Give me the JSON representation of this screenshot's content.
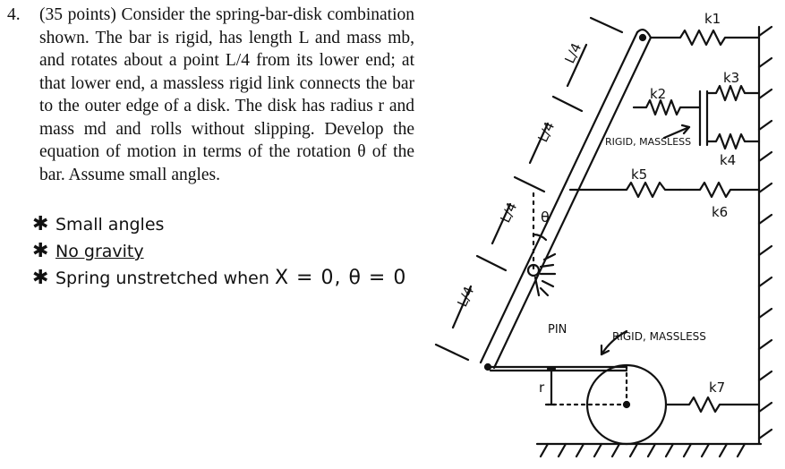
{
  "problem": {
    "number": "4.",
    "text": "(35 points) Consider the spring-bar-disk combination shown. The bar is rigid, has length L and mass mb, and rotates about a point L/4 from its lower end; at that lower end, a massless rigid link connects the bar to the outer edge of a disk. The disk has radius r and mass md and rolls without slipping. Develop the equation of motion in terms of the rotation θ of the bar. Assume small angles."
  },
  "notes": [
    {
      "star": "✱",
      "text": "Small angles"
    },
    {
      "star": "✱",
      "text": "No gravity"
    },
    {
      "star": "✱",
      "text": "Spring unstretched when",
      "math": "X = 0, θ = 0"
    }
  ],
  "figure": {
    "segment_labels": [
      "L/4",
      "L/4",
      "L/4",
      "L/4"
    ],
    "springs": [
      "k1",
      "k2",
      "k3",
      "k4",
      "k5",
      "k6",
      "k7"
    ],
    "theta_label": "θ",
    "pin_label": "PIN",
    "rigid_massless_upper": "RIGID, MASSLESS",
    "rigid_massless_lower": "RIGID, MASSLESS",
    "radius_label": "r"
  }
}
